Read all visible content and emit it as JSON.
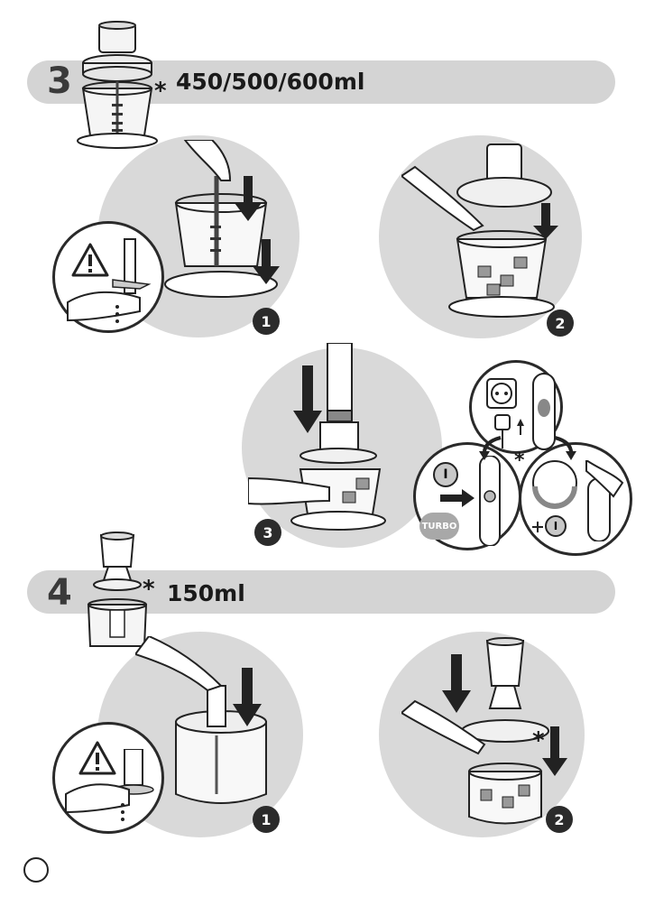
{
  "section3": {
    "number": "3",
    "asterisk": "*",
    "capacity": "450/500/600ml",
    "badges": [
      "1",
      "2",
      "3"
    ],
    "turbo_label": "TURBO",
    "asterisk_mid": "*"
  },
  "section4": {
    "number": "4",
    "asterisk": "*",
    "capacity": "150ml",
    "badges": [
      "1",
      "2"
    ],
    "asterisk_mid": "*"
  },
  "icons": {
    "warning": "warning-triangle-icon",
    "power": "power-button-icon",
    "plug": "power-plug-icon",
    "socket": "wall-socket-icon"
  },
  "colors": {
    "banner": "#d4d4d4",
    "circle": "#d9d9d9",
    "badge": "#2b2b2b"
  }
}
